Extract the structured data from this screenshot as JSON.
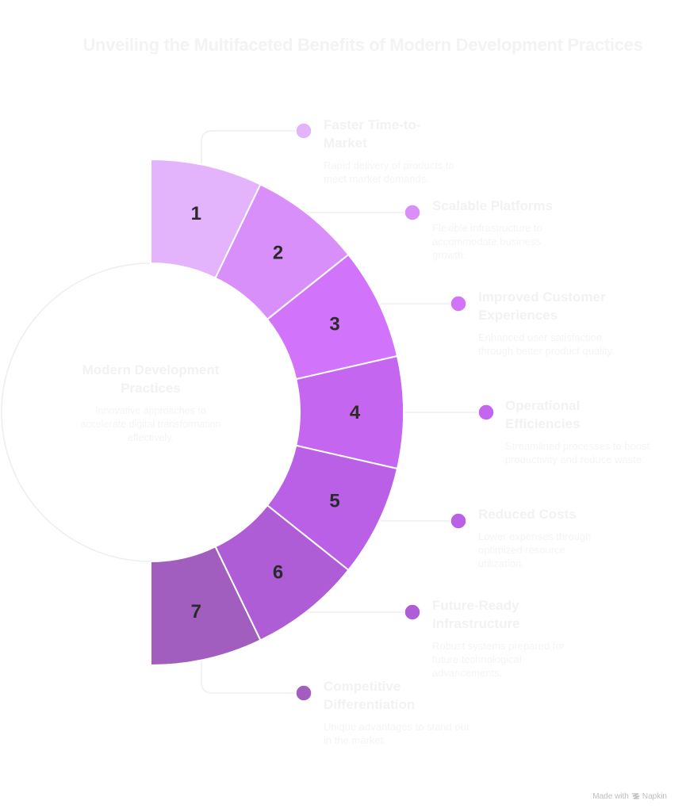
{
  "title": "Unveiling the Multifaceted Benefits of Modern Development Practices",
  "center": {
    "title": "Modern Development Practices",
    "description": "Innovative approaches to accelerate digital transformation effectively."
  },
  "items": [
    {
      "number": "1",
      "title": "Faster Time-to-Market",
      "description": "Rapid delivery of products to meet market demands.",
      "color": "#E3B3FB"
    },
    {
      "number": "2",
      "title": "Scalable Platforms",
      "description": "Flexible infrastructure to accommodate business growth.",
      "color": "#D98FFA"
    },
    {
      "number": "3",
      "title": "Improved Customer Experiences",
      "description": "Enhanced user satisfaction through better product quality.",
      "color": "#D174FB"
    },
    {
      "number": "4",
      "title": "Operational Efficiencies",
      "description": "Streamlined processes to boost productivity and reduce waste.",
      "color": "#C566F0"
    },
    {
      "number": "5",
      "title": "Reduced Costs",
      "description": "Lower expenses through optimized resource utilization.",
      "color": "#BA60E6"
    },
    {
      "number": "6",
      "title": "Future-Ready Infrastructure",
      "description": "Robust systems prepared for future technological advancements.",
      "color": "#AE5DD6"
    },
    {
      "number": "7",
      "title": "Competitive Differentiation",
      "description": "Unique advantages to stand out in the market.",
      "color": "#A25EBE"
    }
  ],
  "footer": {
    "label": "Made with",
    "brand": "Napkin",
    "icon": "napkin-logo-icon"
  }
}
